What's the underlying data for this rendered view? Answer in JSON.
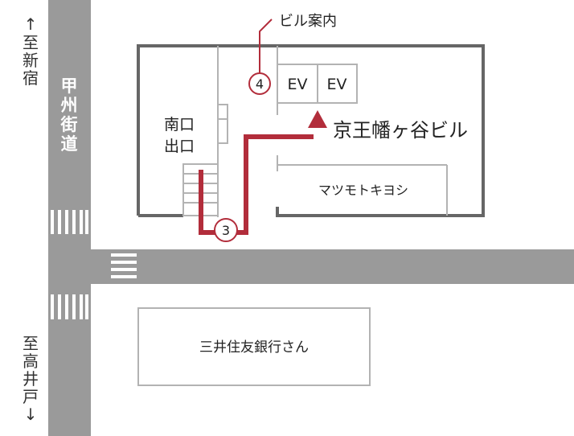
{
  "colors": {
    "road": "#9a9a9a",
    "building_outline": "#666666",
    "inner_line": "#b3b3b3",
    "route": "#b22d3b",
    "crosswalk": "#ffffff"
  },
  "street_name": [
    "甲",
    "州",
    "街",
    "道"
  ],
  "direction_north": {
    "arrow": "↑",
    "chars": [
      "至",
      "新",
      "宿"
    ]
  },
  "direction_south": {
    "chars": [
      "至",
      "高",
      "井",
      "戸"
    ],
    "arrow": "↓"
  },
  "exit_label": [
    "南口",
    "出口"
  ],
  "building_info_label": "ビル案内",
  "elevators": [
    "EV",
    "EV"
  ],
  "building_name": "京王幡ヶ谷ビル",
  "store_name": "マツモトキヨシ",
  "bank_name": "三井住友銀行さん",
  "markers": [
    "3",
    "4"
  ]
}
